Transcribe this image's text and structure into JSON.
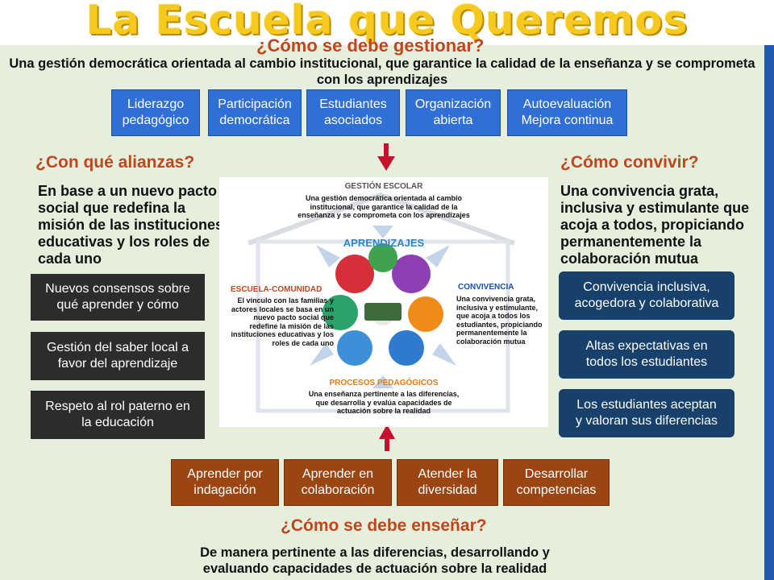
{
  "title": "La Escuela que Queremos",
  "management": {
    "question": "¿Cómo se debe gestionar?",
    "text": "Una gestión democrática orientada al cambio institucional, que garantice la calidad de la enseñanza y se comprometa con los aprendizajes",
    "boxes": [
      {
        "line1": "Liderazgo",
        "line2": "pedagógico"
      },
      {
        "line1": "Participación",
        "line2": "democrática"
      },
      {
        "line1": "Estudiantes",
        "line2": "asociados"
      },
      {
        "line1": "Organización",
        "line2": "abierta"
      },
      {
        "line1": "Autoevaluación",
        "line2": "Mejora continua"
      }
    ]
  },
  "alliances": {
    "question": "¿Con qué alianzas?",
    "text": "En base a un nuevo pacto social que redefina la misión de las instituciones educativas y los roles de cada uno",
    "boxes": [
      {
        "line1": "Nuevos consensos sobre",
        "line2": "qué aprender y cómo"
      },
      {
        "line1": "Gestión del saber local a",
        "line2": "favor del aprendizaje"
      },
      {
        "line1": "Respeto al rol paterno en",
        "line2": "la educación"
      }
    ]
  },
  "coexistence": {
    "question": "¿Cómo convivir?",
    "text": "Una convivencia grata, inclusiva  y estimulante que acoja a todos, propiciando permanentemente la colaboración mutua",
    "boxes": [
      {
        "line1": "Convivencia inclusiva,",
        "line2": "acogedora y colaborativa"
      },
      {
        "line1": "Altas expectativas en",
        "line2": "todos los estudiantes"
      },
      {
        "line1": "Los estudiantes aceptan",
        "line2": "y valoran sus diferencias"
      }
    ]
  },
  "teaching": {
    "question": "¿Cómo se debe enseñar?",
    "text_line1": "De manera pertinente a las diferencias, desarrollando y",
    "text_line2": "evaluando capacidades de actuación sobre la realidad",
    "boxes": [
      {
        "line1": "Aprender por",
        "line2": "indagación"
      },
      {
        "line1": "Aprender en",
        "line2": "colaboración"
      },
      {
        "line1": "Atender la",
        "line2": "diversidad"
      },
      {
        "line1": "Desarrollar",
        "line2": "competencias"
      }
    ]
  },
  "center": {
    "gestion_title": "GESTIÓN ESCOLAR",
    "gestion_l1": "Una gestión democrática orientada al cambio",
    "gestion_l2": "institucional, que garantice la calidad de la",
    "gestion_l3": "enseñanza y se comprometa con los aprendizajes",
    "aprendizajes": "APRENDIZAJES",
    "escuela_title": "ESCUELA-COMUNIDAD",
    "escuela_l1": "El vínculo con las familias y",
    "escuela_l2": "actores locales se basa en un",
    "escuela_l3": "nuevo pacto social que",
    "escuela_l4": "redefine la misión de las",
    "escuela_l5": "instituciones educativas y los",
    "escuela_l6": "roles de cada uno",
    "convivencia_title": "CONVIVENCIA",
    "conv_l1": "Una convivencia grata,",
    "conv_l2": "inclusiva  y estimulante,",
    "conv_l3": "que acoja a todos los",
    "conv_l4": "estudiantes, propiciando",
    "conv_l5": "permanentemente la",
    "conv_l6": "colaboración mutua",
    "procesos_title": "PROCESOS PEDAGÓGICOS",
    "proc_l1": "Una enseñanza pertinente a las diferencias,",
    "proc_l2": "que desarrolla  y  evalúa capacidades de",
    "proc_l3": "actuación sobre la realidad"
  },
  "colors": {
    "title": "#f7c81e",
    "question": "#c0461d",
    "blue_box": "#2f6fd6",
    "dark_box": "#2c2c2c",
    "navy_box": "#17416b",
    "brown_box": "#9b4512",
    "arrow": "#c8102e",
    "panel": "#e6efdc"
  }
}
